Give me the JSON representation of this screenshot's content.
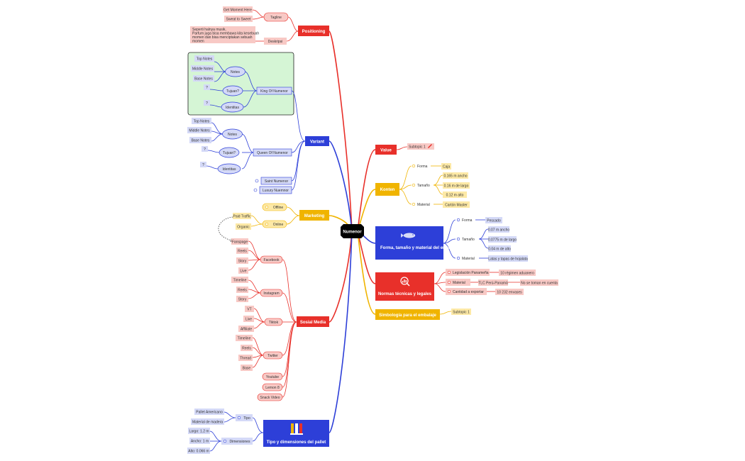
{
  "colors": {
    "red": "#e8302a",
    "blue": "#2d3fd8",
    "yellow": "#f0b400",
    "black": "#000000",
    "red_fill": "#f8c9c5",
    "blue_fill": "#d4d9f7",
    "yellow_fill": "#fde9a6",
    "green_fill": "#d5f5d5"
  },
  "root": "Numenor",
  "positioning": {
    "title": "Positioning",
    "tagline": "Tagline",
    "tag1": "Get Moment Here",
    "tag2": "Sweat to Sweet",
    "deskripsi": "Deskripsi",
    "desc_lines": [
      "Seperti halnya musik,",
      "Parfum juga bisa membawa kita kesebuah",
      "momen dan bisa menciptakan sebuah",
      "momen"
    ]
  },
  "variant": {
    "title": "Variant",
    "king": "King Of Numenor",
    "queen": "Queen Of Numenor",
    "notes": "Notes",
    "tujuan": "Tujuan?",
    "identitas": "Identitas",
    "top": "Top Notes",
    "middle": "Middle Notes",
    "base": "Base Notes",
    "q": "?",
    "saint": "Saint Numenor",
    "luxury": "Luxury Nuemnor"
  },
  "marketing": {
    "title": "Marketing",
    "offline": "Offline",
    "online": "Online",
    "paid": "Paid Traffic",
    "organic": "Organic"
  },
  "social": {
    "title": "Sosial Media",
    "facebook": "Facebook",
    "fb": [
      "Fanspage",
      "Reels",
      "Story",
      "Live"
    ],
    "instagram": "Instagram",
    "ig": [
      "Timeline",
      "Reels",
      "Story"
    ],
    "tiktok": "Tiktok",
    "tt": [
      "VT",
      "Live",
      "Affiliate"
    ],
    "twitter": "Twitter",
    "tw": [
      "Timeline",
      "Reels",
      "Thread",
      "Base"
    ],
    "youtube": "Youtube",
    "lemon8": "Lemon 8",
    "snack": "Snack Video"
  },
  "pallet": {
    "title": "Tipo y dimensiones del pallet",
    "tipo": "Tipo",
    "tipo_items": [
      "Pallet Americano",
      "Material de madera"
    ],
    "dimensiones": "Dimensiones",
    "dim_items": [
      "Largo: 1.2 m",
      "Ancho: 1 m",
      "Alto: 0.066 m"
    ]
  },
  "value": {
    "title": "Value",
    "subtopic": "Subtopic 1"
  },
  "konten": {
    "title": "Konten",
    "forma": "Forma",
    "forma_val": "Caja",
    "tamano": "Tamaño",
    "tamano_vals": [
      "0.165 m ancho",
      "0.16 m de largo",
      "0.12 m alto"
    ],
    "material": "Material",
    "material_val": "Cartón Master"
  },
  "forma_box": {
    "title": "Forma, tamaño y material del envase",
    "forma": "Forma",
    "forma_val": "Pescado",
    "tamano": "Tamaño",
    "tamano_vals": [
      "0.07 m ancho",
      "0.0775 m de largo",
      "0.04 m de alto"
    ],
    "material": "Material",
    "material_val": "Latas y tapas de hojalata"
  },
  "normas": {
    "title": "Normas técnicas y legales",
    "rows": [
      {
        "label": "Legislación Panameña",
        "val": "10 régimen aduanero",
        "extra": ""
      },
      {
        "label": "Material",
        "val": "TLC Perú-Panamá",
        "extra": "No se toman en cuenta"
      },
      {
        "label": "Cantidad a exportar",
        "val": "10 232 envases",
        "extra": ""
      }
    ]
  },
  "simbologia": {
    "title": "Simbología para el embalaje",
    "subtopic": "Subtopic 1"
  }
}
